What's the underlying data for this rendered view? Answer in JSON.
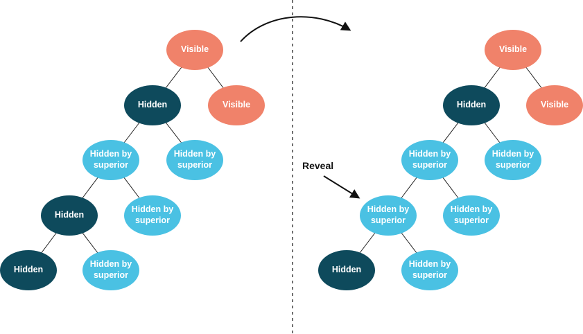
{
  "annotations": {
    "reveal": "Reveal"
  },
  "colors": {
    "visible_node": "#F0826A",
    "hidden_node": "#0E4A5C",
    "hidden_by_superior_node": "#4AC1E3",
    "edge": "#222222",
    "arrow": "#111111",
    "background": "#ffffff",
    "node_text": "#ffffff"
  },
  "trees": {
    "left": {
      "nodes": [
        {
          "label": "Visible",
          "type": "visible"
        },
        {
          "label": "Hidden",
          "type": "hidden"
        },
        {
          "label": "Visible",
          "type": "visible"
        },
        {
          "label": "Hidden by superior",
          "type": "hidden_by_superior"
        },
        {
          "label": "Hidden by superior",
          "type": "hidden_by_superior"
        },
        {
          "label": "Hidden",
          "type": "hidden"
        },
        {
          "label": "Hidden by superior",
          "type": "hidden_by_superior"
        },
        {
          "label": "Hidden",
          "type": "hidden"
        },
        {
          "label": "Hidden by superior",
          "type": "hidden_by_superior"
        }
      ]
    },
    "right": {
      "nodes": [
        {
          "label": "Visible",
          "type": "visible"
        },
        {
          "label": "Hidden",
          "type": "hidden"
        },
        {
          "label": "Visible",
          "type": "visible"
        },
        {
          "label": "Hidden by superior",
          "type": "hidden_by_superior"
        },
        {
          "label": "Hidden by superior",
          "type": "hidden_by_superior"
        },
        {
          "label": "Hidden by superior",
          "type": "hidden_by_superior"
        },
        {
          "label": "Hidden by superior",
          "type": "hidden_by_superior"
        },
        {
          "label": "Hidden",
          "type": "hidden"
        },
        {
          "label": "Hidden by superior",
          "type": "hidden_by_superior"
        }
      ]
    }
  }
}
